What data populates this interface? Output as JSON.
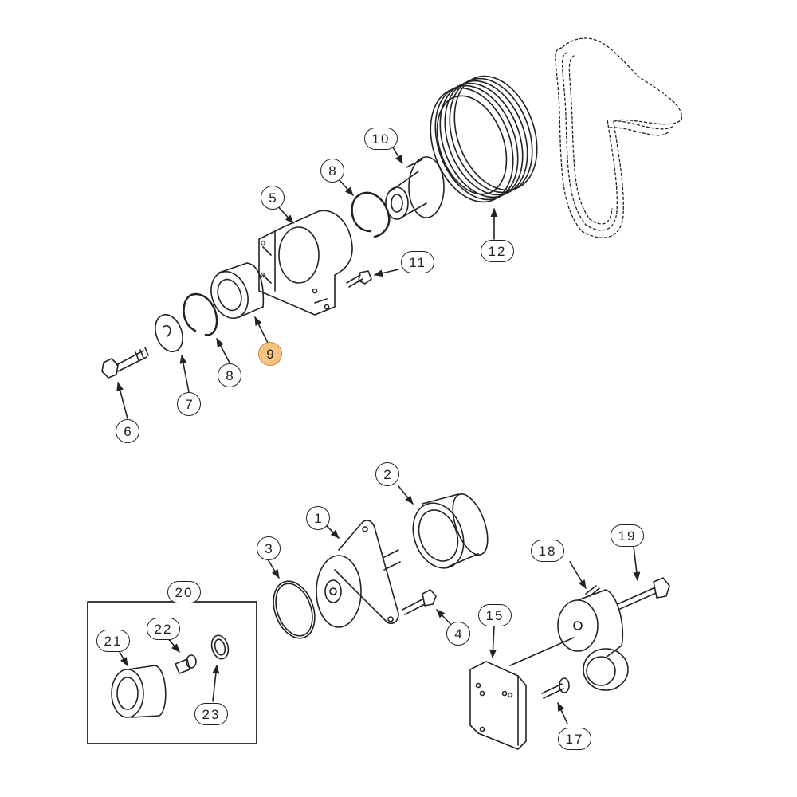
{
  "diagram": {
    "type": "exploded parts diagram",
    "highlight_color": "#f7c383",
    "line_color": "#222222",
    "background": "#ffffff",
    "selected_callout": "9"
  },
  "callouts": {
    "c1": "1",
    "c2": "2",
    "c3": "3",
    "c4": "4",
    "c5": "5",
    "c6": "6",
    "c7": "7",
    "c8a": "8",
    "c8b": "8",
    "c9": "9",
    "c10": "10",
    "c11": "11",
    "c12": "12",
    "c15": "15",
    "c17": "17",
    "c18": "18",
    "c19": "19",
    "c20": "20",
    "c21": "21",
    "c22": "22",
    "c23": "23"
  }
}
